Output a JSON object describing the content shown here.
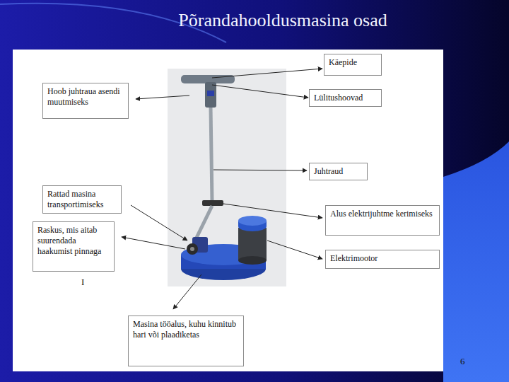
{
  "diagram": {
    "title": "Põrandahooldusmasina osad",
    "nodes": [
      {
        "text": [
          "Käepide"
        ]
      },
      {
        "text": [
          "Hoob juhtraua asendi muutmiseks"
        ]
      },
      {
        "text": [
          "Lülitushoovad"
        ]
      },
      {
        "text": [
          "Juhtraud"
        ]
      },
      {
        "text": [
          "Rattad masina transportimiseks"
        ]
      },
      {
        "text": [
          "Alus elektrijuhtme kerimiseks"
        ]
      },
      {
        "text": [
          "Raskus, mis aitab suurendada haakumist pinnaga"
        ]
      },
      {
        "text": [
          "Elektrimootor"
        ]
      },
      {
        "text": [
          "Masina tööalus, kuhu kinnitub hari või plaadiketas"
        ]
      }
    ],
    "edges": [],
    "labels": [
      "I",
      "6"
    ]
  }
}
